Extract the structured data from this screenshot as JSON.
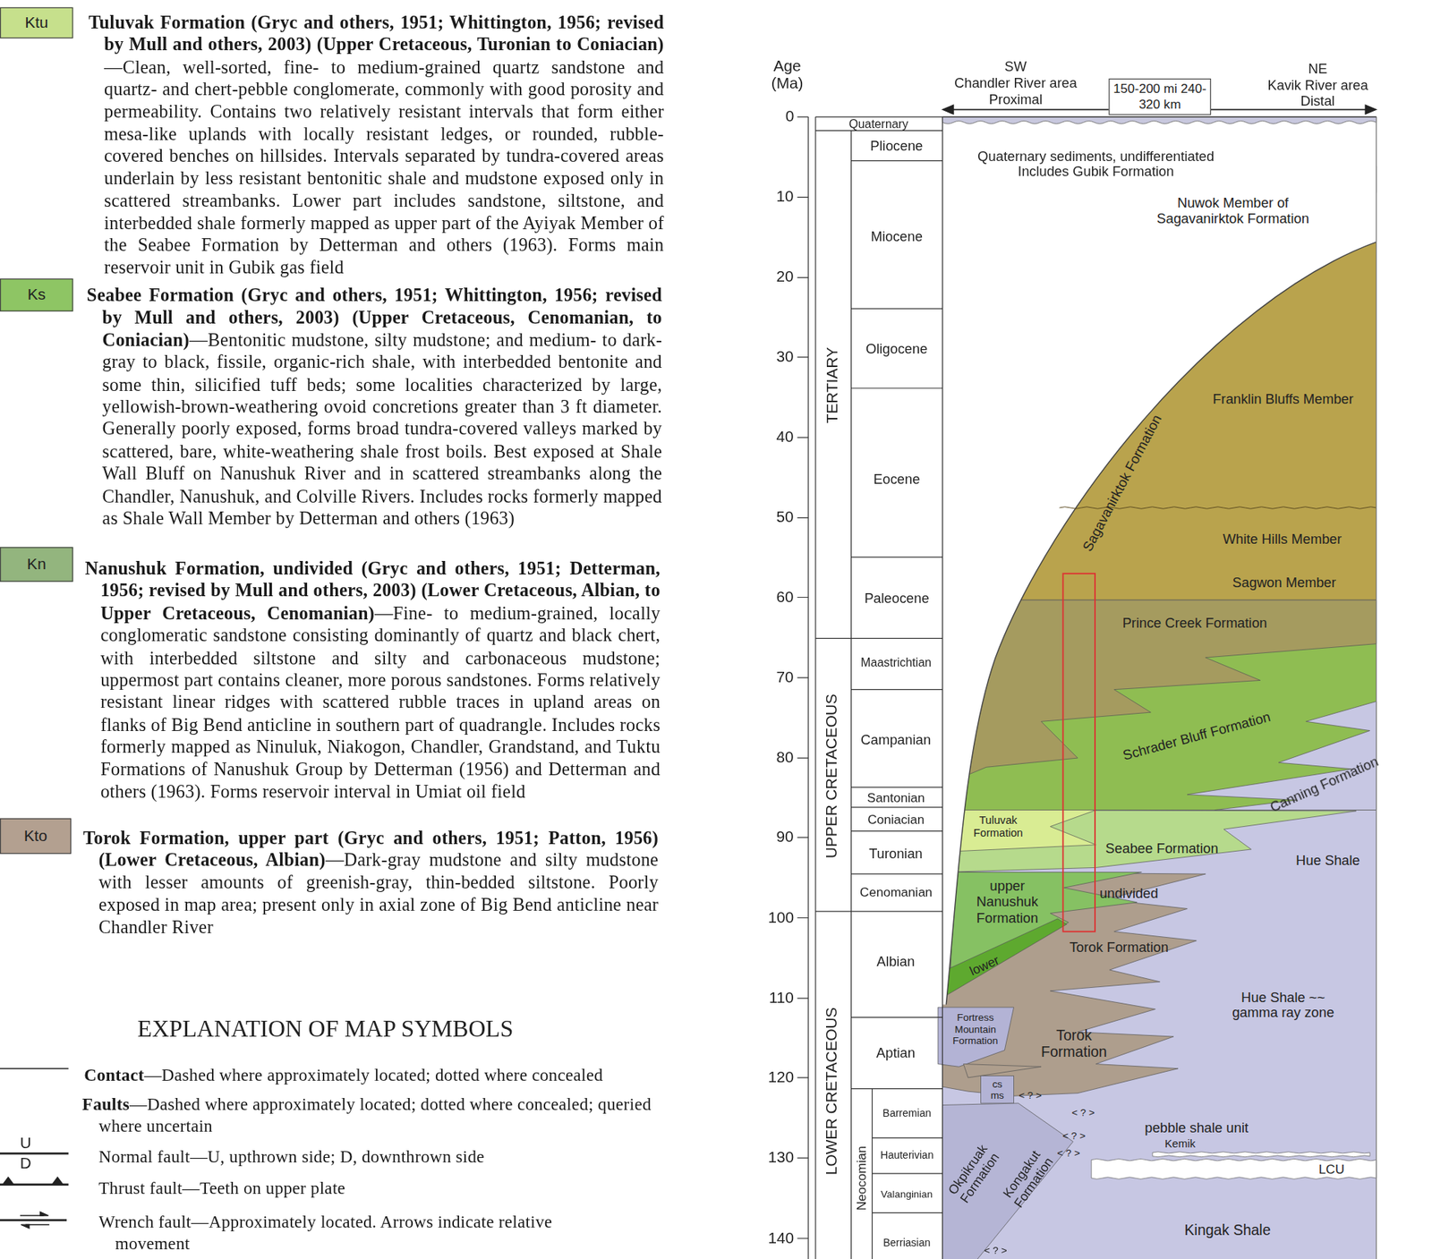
{
  "diagram": {
    "nodes": [
      {
        "text": [
          "Ktu"
        ]
      },
      {
        "text": [
          "Ks"
        ]
      },
      {
        "text": [
          "Kn"
        ]
      },
      {
        "text": [
          "Kto"
        ]
      },
      {
        "text": [
          "150-200 mi 240-320 km"
        ]
      }
    ],
    "labels": [
      "Tuluvak Formation (Gryc and others, 1951; Whittington, 1956; revised by Mull and others, 2003) (Upper Cretaceous, Turonian to Coniacian)",
      "—Clean, well-sorted, fine- to medium-grained quartz sandstone and quartz- and chert-pebble conglomerate, commonly with good porosity and permeability. Contains two relatively resistant intervals that form either mesa-like uplands with locally resistant ledges, or rounded, rubble-covered benches on hillsides. Intervals separated by tundra-covered areas underlain by less resistant bentonitic shale and mudstone exposed only in scattered streambanks. Lower part includes sandstone, siltstone, and interbedded shale formerly mapped as upper part of the Ayiyak Member of the Seabee Formation by Detterman and others (1963). Forms main reservoir unit in Gubik gas field",
      "Seabee Formation (Gryc and others, 1951; Whittington, 1956; revised by Mull and others, 2003) (Upper Cretaceous, Cenomanian, to Coniacian)",
      "—Bentonitic mudstone, silty mudstone; and medium- to dark-gray to black, fissile, organic-rich shale, with interbedded bentonite and some thin, silicified tuff beds; some localities characterized by large, yellowish-brown-weathering ovoid concretions greater than 3 ft diameter. Generally poorly exposed, forms broad tundra-covered valleys marked by scattered, bare, white-weathering shale frost boils. Best exposed at Shale Wall Bluff on Nanushuk River and in scattered streambanks along the Chandler, Nanushuk, and Colville Rivers. Includes rocks formerly mapped as Shale Wall Member by Detterman and others (1963)",
      "Nanushuk Formation, undivided (Gryc and others, 1951; Detterman, 1956; revised by Mull and others, 2003) (Lower Cretaceous, Albian, to Upper Cretaceous, Cenomanian)",
      "—Fine- to medium-grained, locally conglomeratic sandstone consisting dominantly of quartz and black chert, with interbedded siltstone and silty and carbonaceous mudstone; uppermost part contains cleaner, more porous sandstones. Forms relatively resistant linear ridges with scattered rubble traces in upland areas on flanks of Big Bend anticline in southern part of quadrangle. Includes rocks formerly mapped as Ninuluk, Niakogon, Chandler, Grandstand, and Tuktu Formations of Nanushuk Group by Detterman (1956) and Detterman and others (1963). Forms reservoir interval in Umiat oil field",
      "Torok Formation, upper part (Gryc and others, 1951; Patton, 1956) (Lower Cretaceous, Albian)",
      "—Dark-gray mudstone and silty mudstone with lesser amounts of greenish-gray, thin-bedded siltstone. Poorly exposed in map area; present only in axial zone of Big Bend anticline near Chandler River",
      "EXPLANATION OF MAP SYMBOLS",
      "Contact",
      "—Dashed where approximately located; dotted where concealed",
      "Faults",
      "—Dashed where approximately located; dotted where concealed; queried where uncertain",
      "U",
      "D",
      "Normal fault—U, upthrown side; D, downthrown side",
      "Thrust fault—Teeth on upper plate",
      "Wrench fault—Approximately located. Arrows indicate relative movement",
      "Age (Ma)",
      "0",
      "10",
      "20",
      "30",
      "40",
      "50",
      "60",
      "70",
      "80",
      "90",
      "100",
      "110",
      "120",
      "130",
      "140",
      "SW",
      "Chandler River area",
      "Proximal",
      "NE",
      "Kavik River area",
      "Distal",
      "Quaternary",
      "TERTIARY",
      "UPPER CRETACEOUS",
      "LOWER CRETACEOUS",
      "Neocomian",
      "Pliocene",
      "Miocene",
      "Oligocene",
      "Eocene",
      "Paleocene",
      "Maastrichtian",
      "Campanian",
      "Santonian",
      "Coniacian",
      "Turonian",
      "Cenomanian",
      "Albian",
      "Aptian",
      "Barremian",
      "Hauterivian",
      "Valanginian",
      "Berriasian",
      "Quaternary sediments, undifferentiated Includes Gubik Formation",
      "Nuwok Member of Sagavanirktok Formation",
      "Franklin Bluffs Member",
      "Sagavanirktok Formation",
      "White Hills Member",
      "Sagwon Member",
      "Prince Creek Formation",
      "Schrader Bluff Formation",
      "Canning Formation",
      "Tuluvak Formation",
      "Seabee Formation",
      "Hue Shale",
      "upper Nanushuk Formation",
      "undivided",
      "lower",
      "Torok Formation",
      "Hue Shale ~~ gamma ray zone",
      "Fortress Mountain Formation",
      "Torok Formation",
      "cs ms",
      "< ? >",
      "< ? >",
      "< ? >",
      "< ? >",
      "pebble shale unit",
      "Kemik",
      "LCU",
      "Okpikruak Formation",
      "Kongakut Formation",
      "Kingak Shale",
      "< ? >"
    ]
  }
}
